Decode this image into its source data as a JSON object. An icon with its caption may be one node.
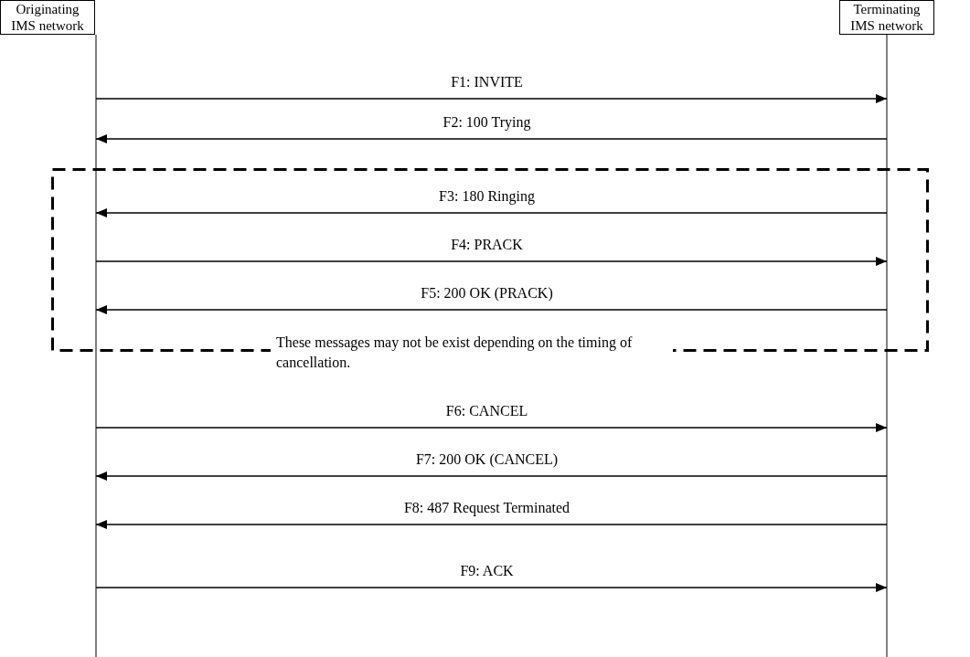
{
  "diagram": {
    "nodes": [
      {
        "text": [
          "Originating IMS network"
        ]
      },
      {
        "text": [
          "Terminating IMS network"
        ]
      }
    ],
    "edges": [
      {
        "from": 0,
        "to": 1,
        "arrow": "to",
        "label": "F1: INVITE"
      },
      {
        "from": 1,
        "to": 0,
        "arrow": "to",
        "label": "F2: 100 Trying"
      },
      {
        "from": 1,
        "to": 0,
        "arrow": "to",
        "label": "F3: 180 Ringing"
      },
      {
        "from": 0,
        "to": 1,
        "arrow": "to",
        "label": "F4: PRACK"
      },
      {
        "from": 1,
        "to": 0,
        "arrow": "to",
        "label": "F5: 200 OK (PRACK)"
      },
      {
        "from": 0,
        "to": 1,
        "arrow": "to",
        "label": "F6: CANCEL"
      },
      {
        "from": 1,
        "to": 0,
        "arrow": "to",
        "label": "F7: 200 OK (CANCEL)"
      },
      {
        "from": 1,
        "to": 0,
        "arrow": "to",
        "label": "F8: 487 Request Terminated"
      },
      {
        "from": 0,
        "to": 1,
        "arrow": "to",
        "label": "F9: ACK"
      }
    ],
    "labels": [
      "These messages may not be exist depending on the timing of cancellation."
    ]
  }
}
